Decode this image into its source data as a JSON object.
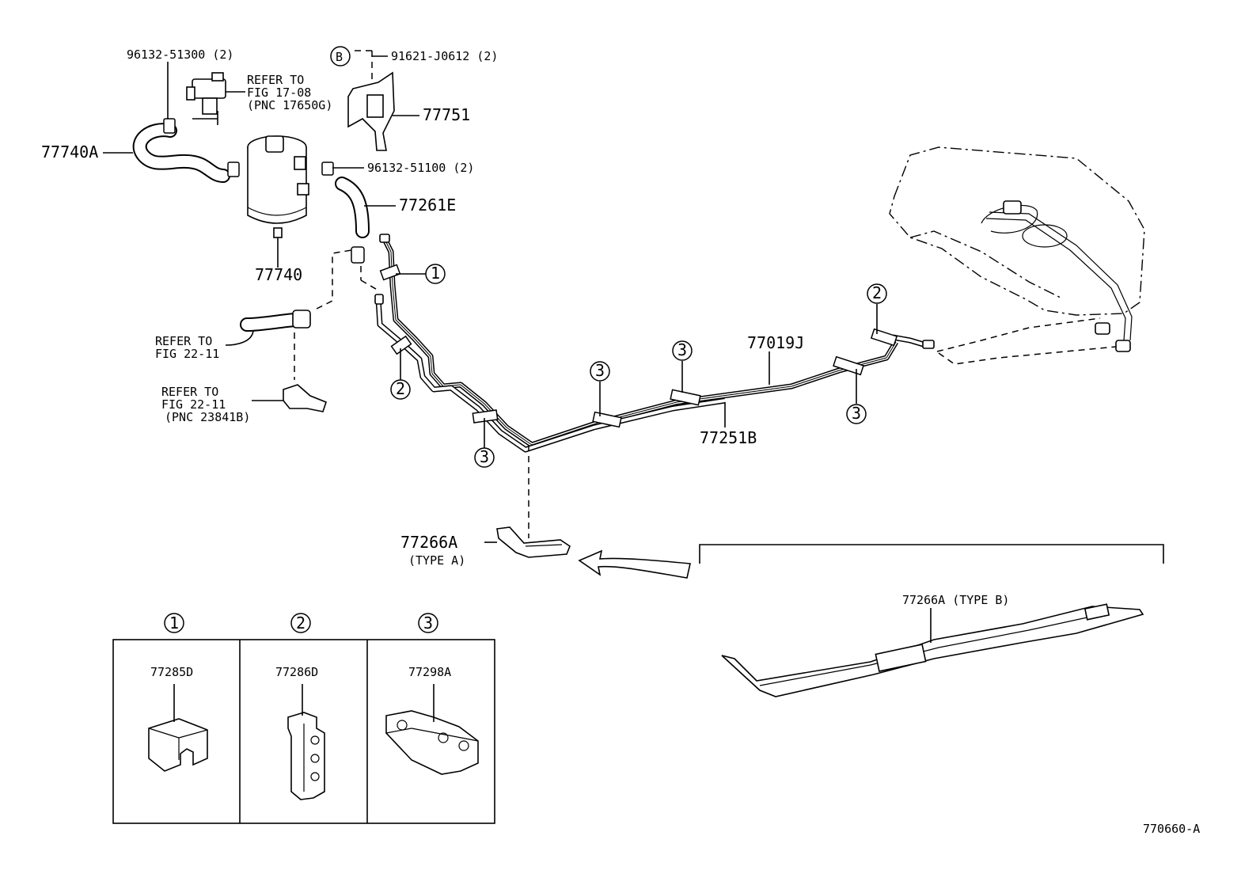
{
  "labels": {
    "hose_clamp_a": "96132-51300 (2)",
    "refer_17_08_l1": "REFER TO",
    "refer_17_08_l2": "FIG 17-08",
    "refer_17_08_l3": "(PNC 17650G)",
    "b_marker": "B",
    "clamp_91621": "91621-J0612 (2)",
    "bracket_77751": "77751",
    "hose_77740a": "77740A",
    "hose_clamp_b": "96132-51100 (2)",
    "hose_77261e": "77261E",
    "canister_77740": "77740",
    "callout_1": "1",
    "refer_22_11_a_l1": "REFER TO",
    "refer_22_11_a_l2": "FIG 22-11",
    "refer_22_11_b_l1": "REFER TO",
    "refer_22_11_b_l2": "FIG 22-11",
    "refer_22_11_b_l3": "(PNC 23841B)",
    "callout_2_left": "2",
    "callout_3_a": "3",
    "callout_3_b": "3",
    "callout_3_c": "3",
    "callout_2_right": "2",
    "callout_3_d": "3",
    "pipe_77019j": "77019J",
    "pipe_77251b": "77251B",
    "protector_77266a": "77266A",
    "type_a": "(TYPE A)",
    "protector_type_b": "77266A (TYPE B)",
    "legend_1": "1",
    "legend_2": "2",
    "legend_3": "3",
    "clamp_77285d": "77285D",
    "clamp_77286d": "77286D",
    "clamp_77298a": "77298A",
    "figure_number": "770660-A"
  }
}
